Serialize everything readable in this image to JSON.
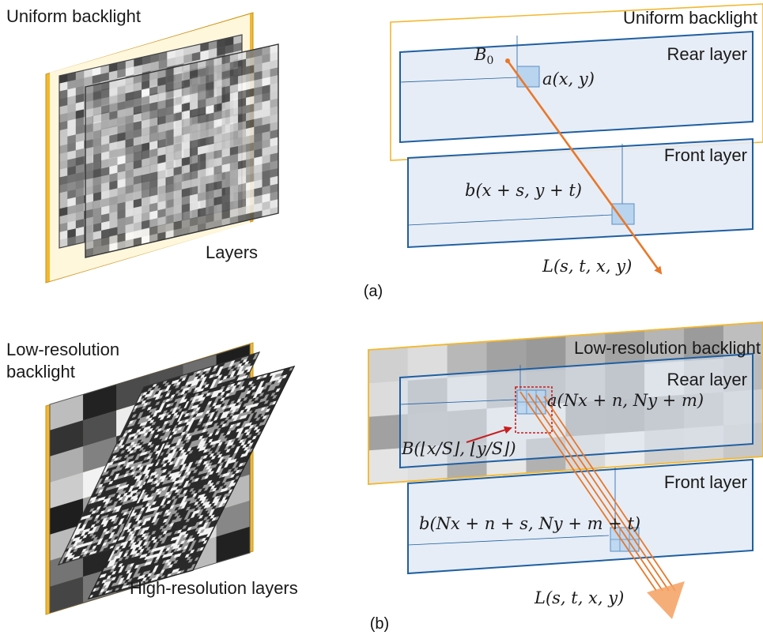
{
  "panel_a": {
    "caption": "(a)",
    "illustration": {
      "backlight_label": "Uniform backlight",
      "layers_label": "Layers"
    },
    "schematic": {
      "backlight_label": "Uniform backlight",
      "rear_layer_label": "Rear layer",
      "front_layer_label": "Front layer",
      "backlight_symbol": "B",
      "backlight_symbol_sub": "0",
      "rear_pixel_eq": "a(x, y)",
      "front_pixel_eq": "b(x + s, y + t)",
      "ray_eq": "L(s, t, x, y)"
    }
  },
  "panel_b": {
    "caption": "(b)",
    "illustration": {
      "backlight_label_line1": "Low-resolution",
      "backlight_label_line2": "backlight",
      "layers_label": "High-resolution layers"
    },
    "schematic": {
      "backlight_label": "Low-resolution backlight",
      "rear_layer_label": "Rear layer",
      "front_layer_label": "Front layer",
      "backlight_block_eq": "B(⌊x/S⌋, ⌊y/S⌋)",
      "rear_pixel_eq": "a(Nx + n, Ny + m)",
      "front_pixel_eq": "b(Nx + n + s, Ny + m + t)",
      "ray_eq": "L(s, t, x, y)"
    }
  },
  "colors": {
    "backlight_frame": "#f2b830",
    "layer_border": "#1f5fa0",
    "layer_fill": "#dce6f2",
    "ray": "#e8782a",
    "highlight_box": "#c81e1e"
  }
}
